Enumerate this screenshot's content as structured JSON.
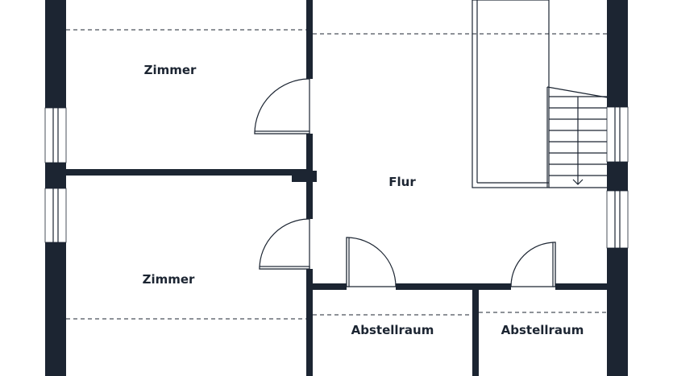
{
  "rooms": {
    "zimmer_top": "Zimmer",
    "zimmer_bottom": "Zimmer",
    "flur": "Flur",
    "abstellraum_left": "Abstellraum",
    "abstellraum_right": "Abstellraum"
  },
  "colors": {
    "wall": "#1c2532",
    "background": "#ffffff"
  }
}
